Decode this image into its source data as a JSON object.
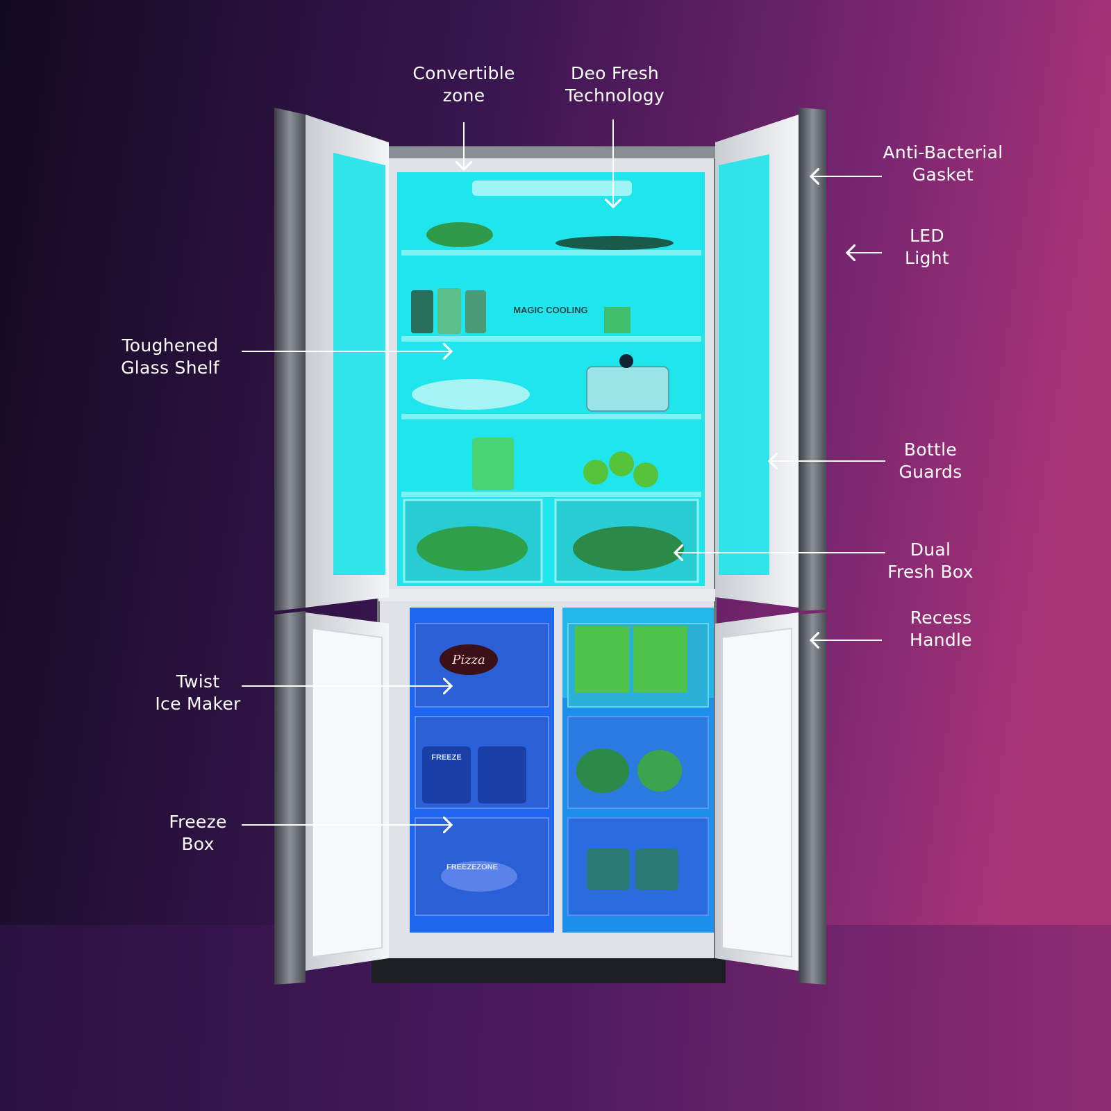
{
  "colors": {
    "bg_left": "#140c26",
    "bg_mid": "#4a1a5e",
    "bg_right": "#a03478",
    "fridge_zone": "#1fe6ec",
    "freezer_zone": "#1f66f0",
    "cabinet": "#5a5e66"
  },
  "callouts": {
    "convertible": {
      "line1": "Convertible",
      "line2": "zone"
    },
    "deo_fresh": {
      "line1": "Deo Fresh",
      "line2": "Technology"
    },
    "gasket": {
      "line1": "Anti-Bacterial",
      "line2": "Gasket"
    },
    "led": {
      "line1": "LED",
      "line2": "Light"
    },
    "glass_shelf": {
      "line1": "Toughened",
      "line2": "Glass Shelf"
    },
    "bottle_guards": {
      "line1": "Bottle",
      "line2": "Guards"
    },
    "dual_fresh": {
      "line1": "Dual",
      "line2": "Fresh Box"
    },
    "recess_handle": {
      "line1": "Recess",
      "line2": "Handle"
    },
    "ice_maker": {
      "line1": "Twist",
      "line2": "Ice Maker"
    },
    "freeze_box": {
      "line1": "Freeze",
      "line2": "Box"
    }
  },
  "product_text": {
    "magic_cooling": "MAGIC COOLING",
    "pizza": "Pizza",
    "freeze_zone": "FREEZEZONE",
    "freeze": "FREEZE"
  }
}
